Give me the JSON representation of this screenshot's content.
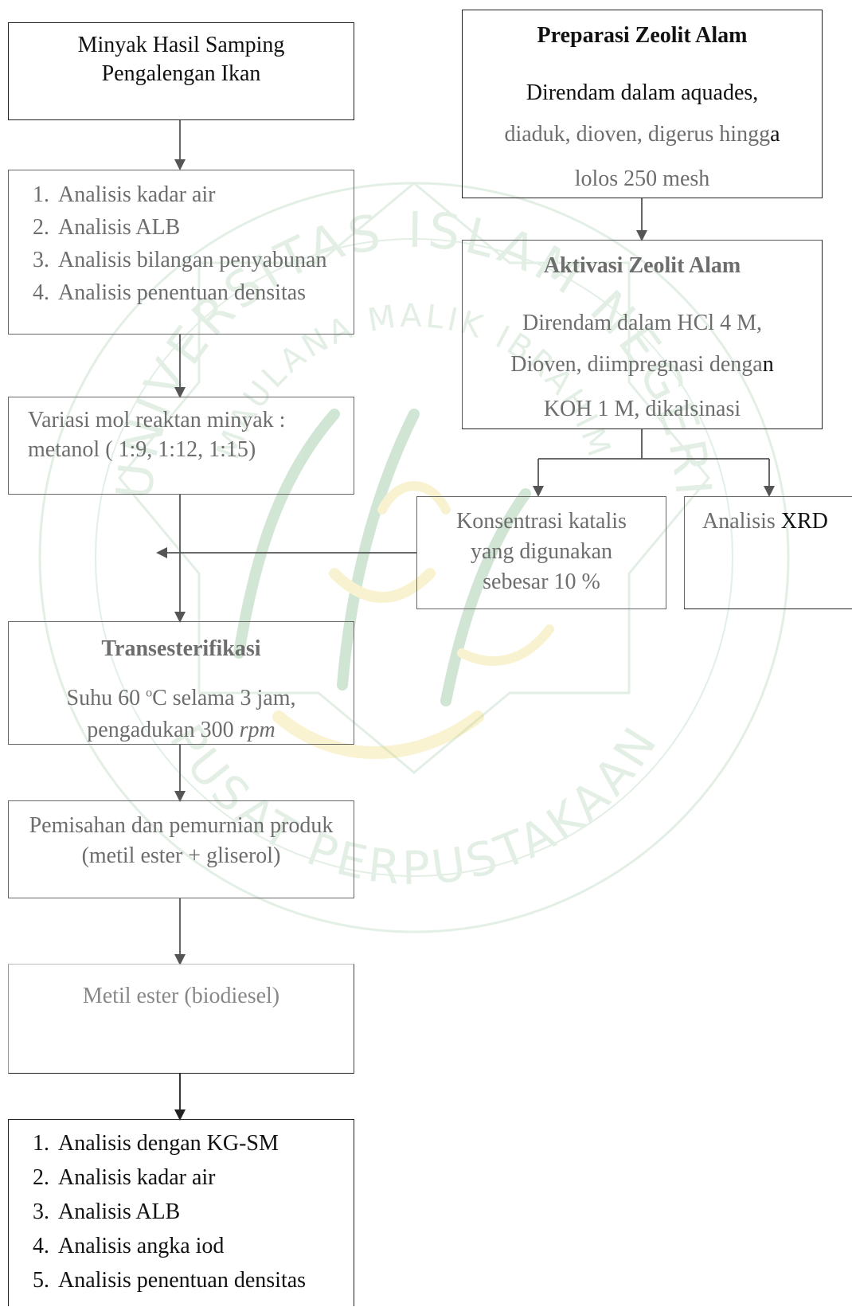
{
  "boxes": {
    "minyak": {
      "line1": "Minyak Hasil Samping",
      "line2": "Pengalengan Ikan"
    },
    "analisis1": {
      "items": [
        "Analisis kadar air",
        "Analisis ALB",
        "Analisis bilangan penyabunan",
        "Analisis penentuan densitas"
      ]
    },
    "variasi": {
      "text": "Variasi mol reaktan minyak : metanol ( 1:9, 1:12, 1:15)"
    },
    "trans": {
      "title": "Transesterifikasi",
      "line1_prefix": "Suhu 60 ",
      "line1_sup": "o",
      "line1_suffix": "C selama 3 jam,",
      "line2_prefix": "pengadukan 300 ",
      "line2_em": "rpm"
    },
    "pemisahan": {
      "text": "Pemisahan dan pemurnian produk (metil ester + gliserol)"
    },
    "metil": {
      "text": "Metil ester (biodiesel)"
    },
    "analisis2": {
      "items": [
        "Analisis dengan KG-SM",
        "Analisis kadar air",
        "Analisis ALB",
        "Analisis angka iod",
        "Analisis penentuan densitas"
      ]
    },
    "preparasi": {
      "title": "Preparasi Zeolit Alam",
      "line1": "Direndam dalam aquades,",
      "line2_prefix": "diaduk, dioven, digerus hingg",
      "line2_suffix": "a",
      "line3": "lolos 250 mesh"
    },
    "aktivasi": {
      "title": "Aktivasi Zeolit Alam",
      "line1": "Direndam dalam HCl 4 M,",
      "line2_prefix": "Dioven, diimpregnasi denga",
      "line2_suffix": "n",
      "line3": "KOH 1 M, dikalsinasi"
    },
    "konsentrasi": {
      "line1": "Konsentrasi katalis",
      "line2": "yang digunakan",
      "line3": "sebesar 10 %"
    },
    "xrd": {
      "prefix": "Analisis ",
      "suffix": "XRD"
    }
  },
  "watermark": {
    "arc_text_top": "UNIVERSITAS ISLAM NEGERI",
    "arc_text_inner": "MAULANA MALIK IBRAHIM",
    "arc_text_bottom": "PUSAT PERPUSTAKAAN",
    "colors": {
      "green": "#2e8b3d",
      "gold": "#e8c832"
    }
  }
}
